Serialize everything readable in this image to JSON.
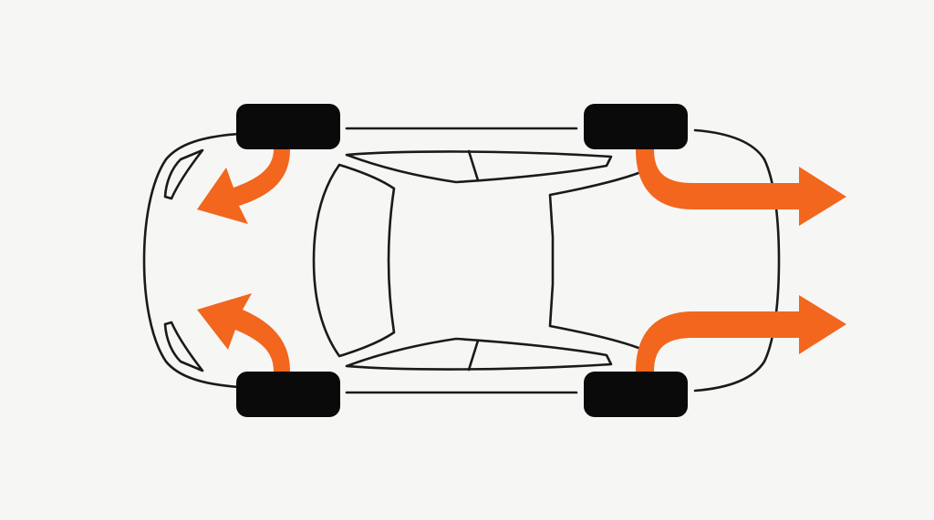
{
  "diagram": {
    "subject": "car-top-view",
    "colors": {
      "background": "#f6f6f5",
      "outline": "#1a1a1a",
      "tire": "#0a0a0a",
      "arrow": "#f2661d"
    },
    "wheels": [
      {
        "id": "front-left"
      },
      {
        "id": "rear-left"
      },
      {
        "id": "front-right"
      },
      {
        "id": "rear-right"
      }
    ],
    "arrows": [
      {
        "id": "front-left-arrow",
        "direction": "curving-left-outward"
      },
      {
        "id": "front-right-arrow",
        "direction": "curving-left-outward"
      },
      {
        "id": "rear-left-arrow",
        "direction": "curving-right-straight"
      },
      {
        "id": "rear-right-arrow",
        "direction": "curving-right-straight"
      }
    ]
  }
}
